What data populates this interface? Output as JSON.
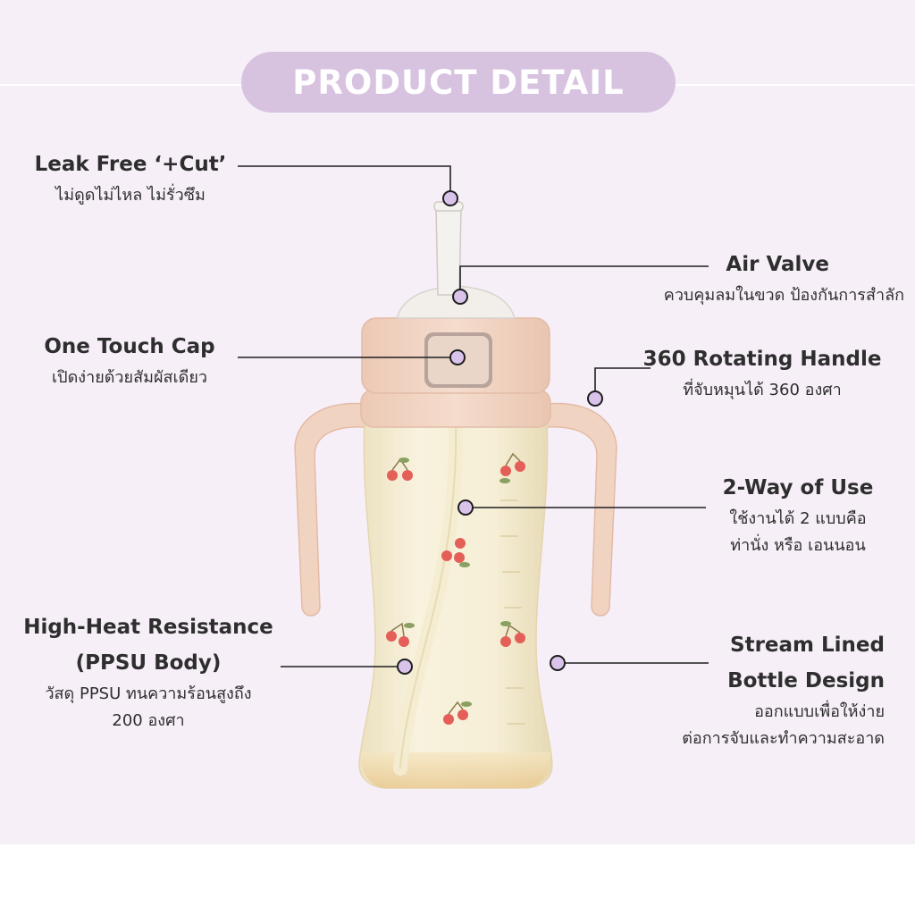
{
  "header": {
    "title": "PRODUCT DETAIL"
  },
  "colors": {
    "background": "#f7eff8",
    "pill": "#d7c2e0",
    "dot": "#d9c3ea",
    "cap": "#f1d3c2",
    "bottle": "#f3ead1",
    "cherry": "#e35f57"
  },
  "features": {
    "leak_free": {
      "title": "Leak Free ‘+Cut’",
      "desc": "ไม่ดูดไม่ไหล ไม่รั่วซึม"
    },
    "air_valve": {
      "title": "Air Valve",
      "desc": "ควบคุมลมในขวด ป้องกันการสำลัก"
    },
    "one_touch": {
      "title": "One Touch Cap",
      "desc": "เปิดง่ายด้วยสัมผัสเดียว"
    },
    "handle": {
      "title": "360 Rotating Handle",
      "desc": "ที่จับหมุนได้ 360 องศา"
    },
    "two_way": {
      "title": "2-Way of Use",
      "desc_1": "ใช้งานได้ 2 แบบคือ",
      "desc_2": "ท่านั่ง หรือ เอนนอน"
    },
    "heat": {
      "title_1": "High-Heat Resistance",
      "title_2": "(PPSU Body)",
      "desc_1": "วัสดุ PPSU ทนความร้อนสูงถึง",
      "desc_2": "200 องศา"
    },
    "stream": {
      "title_1": "Stream Lined",
      "title_2": "Bottle Design",
      "desc_1": "ออกแบบเพื่อให้ง่าย",
      "desc_2": "ต่อการจับและทำความสะอาด"
    }
  }
}
